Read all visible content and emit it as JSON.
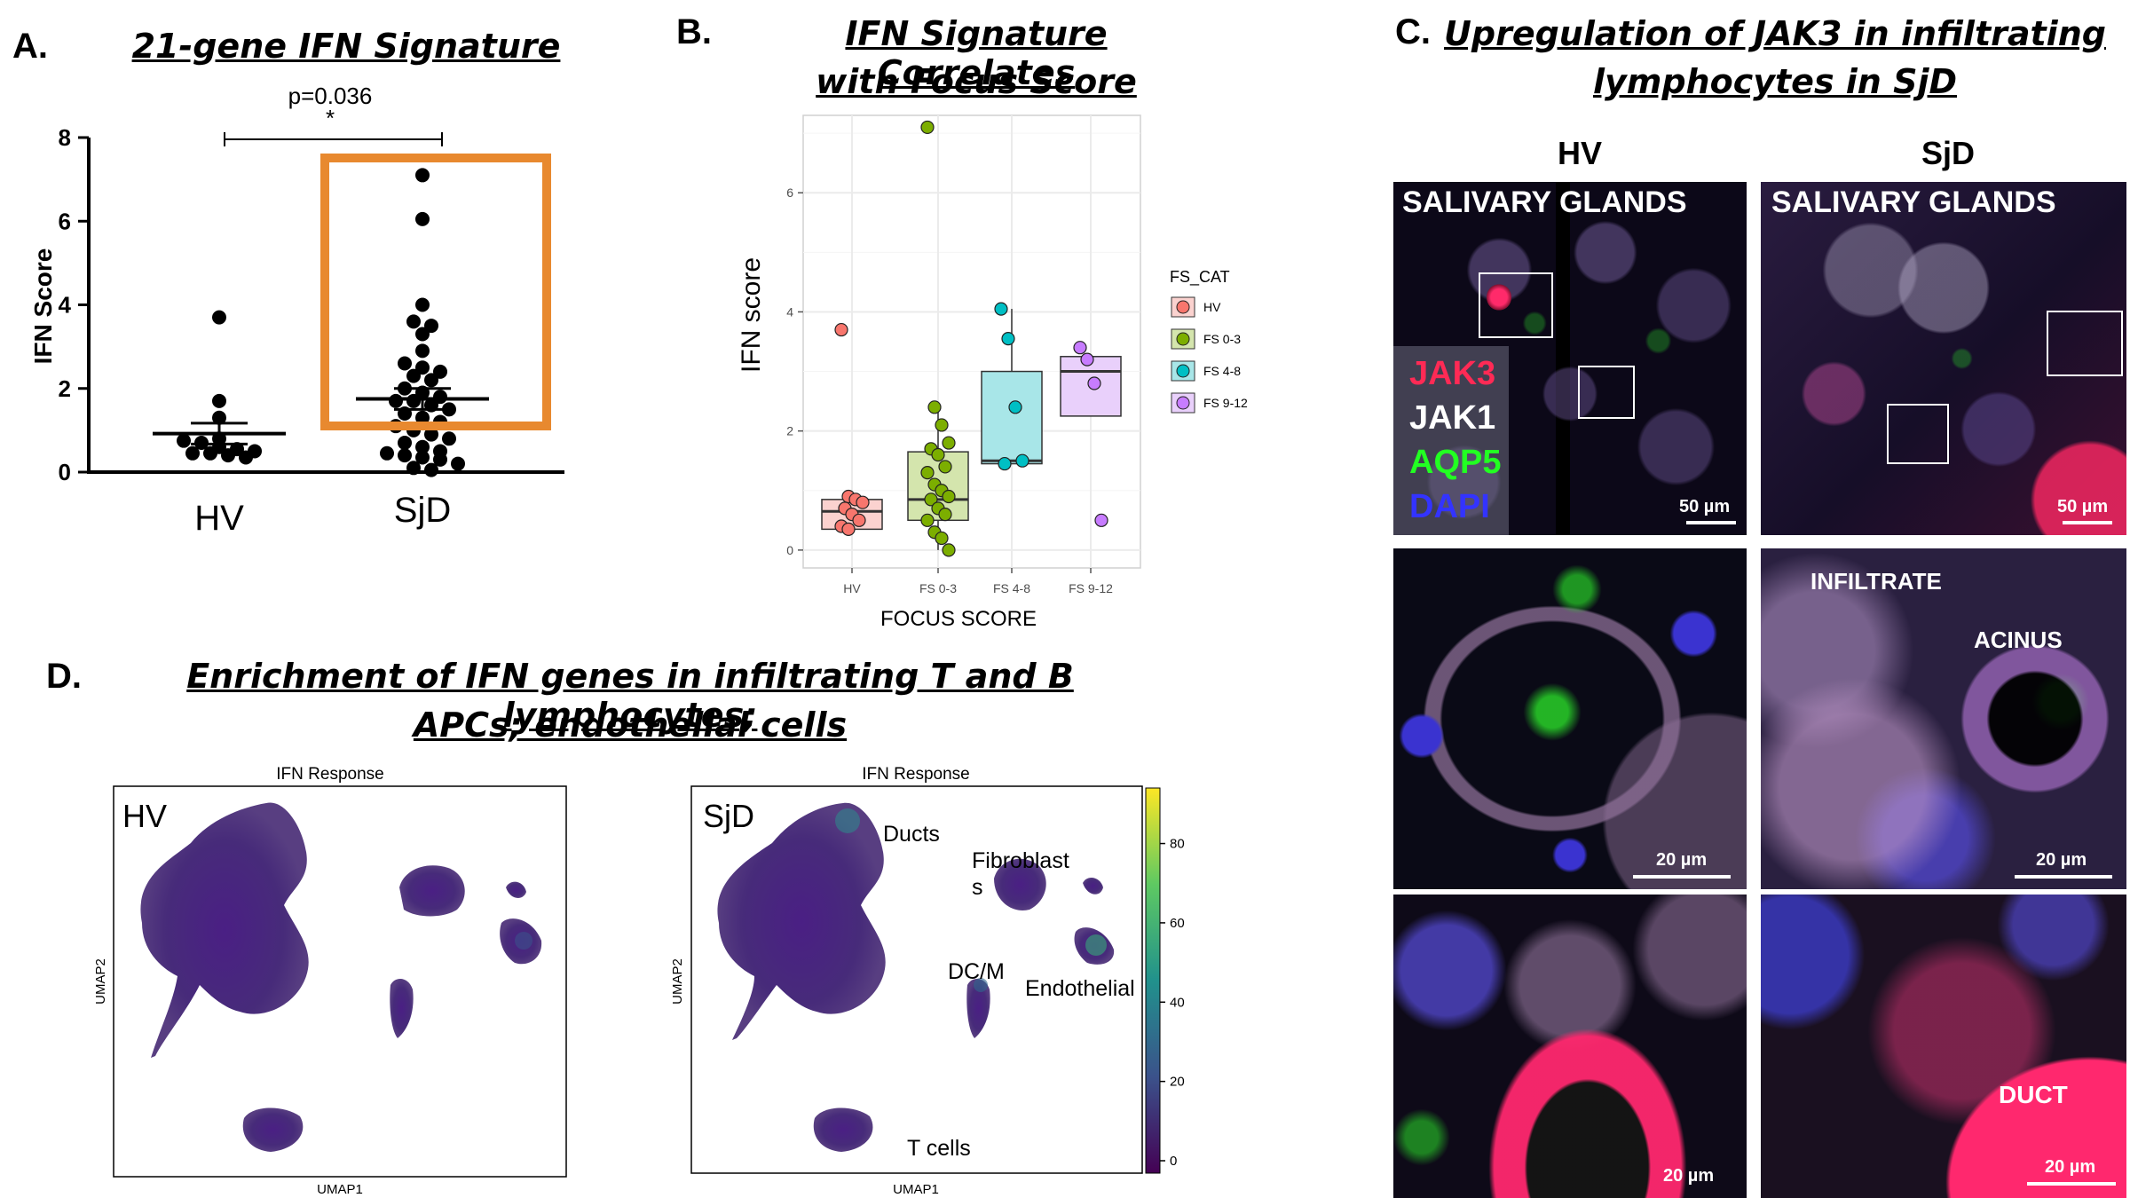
{
  "panelA": {
    "letter": "A.",
    "title": "21-gene IFN Signature",
    "pvalue": "p=0.036",
    "significance": "*",
    "highlight_color": "#e8892f",
    "chart_data": {
      "type": "scatter",
      "ylabel": "IFN Score",
      "ylim": [
        0,
        8
      ],
      "yticks": [
        "0",
        "2",
        "4",
        "6",
        "8"
      ],
      "categories": [
        "HV",
        "SjD"
      ],
      "series": [
        {
          "name": "HV",
          "values": [
            3.7,
            1.7,
            1.3,
            0.8,
            0.75,
            0.7,
            0.6,
            0.55,
            0.5,
            0.45,
            0.45,
            0.4,
            0.35
          ],
          "mean": 0.92,
          "sem": 0.25
        },
        {
          "name": "SjD",
          "values": [
            7.1,
            6.05,
            4.0,
            3.6,
            3.5,
            3.3,
            2.9,
            2.6,
            2.5,
            2.4,
            2.3,
            2.2,
            2.0,
            1.9,
            1.8,
            1.7,
            1.7,
            1.6,
            1.5,
            1.4,
            1.3,
            1.2,
            1.1,
            1.0,
            0.9,
            0.8,
            0.7,
            0.6,
            0.5,
            0.45,
            0.4,
            0.35,
            0.3,
            0.2,
            0.1,
            0.05
          ],
          "mean": 1.75,
          "sem": 0.25
        }
      ]
    }
  },
  "panelB": {
    "letter": "B.",
    "title_line1": "IFN Signature Correlates",
    "title_line2": "with Focus Score",
    "legend_title": "FS_CAT",
    "chart_data": {
      "type": "box",
      "xlabel": "FOCUS SCORE",
      "ylabel": "IFN score",
      "ylim": [
        -0.3,
        7.3
      ],
      "yticks": [
        "0",
        "2",
        "4",
        "6"
      ],
      "categories": [
        "HV",
        "FS 0-3",
        "FS 4-8",
        "FS 9-12"
      ],
      "series": [
        {
          "name": "HV",
          "color": "#f8766d",
          "fill": "#fbd2cf",
          "box": {
            "q1": 0.35,
            "median": 0.65,
            "q3": 0.85,
            "min": 0.35,
            "max": 0.85
          },
          "points": [
            3.7,
            0.9,
            0.85,
            0.8,
            0.7,
            0.6,
            0.5,
            0.4,
            0.35
          ]
        },
        {
          "name": "FS 0-3",
          "color": "#7cae00",
          "fill": "#d4e5ad",
          "box": {
            "q1": 0.5,
            "median": 0.85,
            "q3": 1.65,
            "min": 0.0,
            "max": 2.4
          },
          "points": [
            7.1,
            2.4,
            2.1,
            1.8,
            1.7,
            1.6,
            1.4,
            1.3,
            1.1,
            1.0,
            0.9,
            0.85,
            0.7,
            0.6,
            0.5,
            0.3,
            0.2,
            0.0
          ]
        },
        {
          "name": "FS 4-8",
          "color": "#00bfc4",
          "fill": "#a8e6e8",
          "box": {
            "q1": 1.45,
            "median": 1.5,
            "q3": 3.0,
            "min": 1.45,
            "max": 4.05
          },
          "points": [
            4.05,
            3.55,
            2.4,
            1.5,
            1.45
          ]
        },
        {
          "name": "FS 9-12",
          "color": "#c77cff",
          "fill": "#e9d0fb",
          "box": {
            "q1": 2.25,
            "median": 3.0,
            "q3": 3.25,
            "min": 2.25,
            "max": 3.25
          },
          "points": [
            3.4,
            3.2,
            2.8,
            0.5
          ]
        }
      ]
    }
  },
  "panelC": {
    "letter": "C.",
    "title_line1": "Upregulation of JAK3 in infiltrating",
    "title_line2": "lymphocytes in SjD",
    "col_hv": "HV",
    "col_sjd": "SjD",
    "tissue_label": "SALIVARY GLANDS",
    "channels": [
      {
        "name": "JAK3",
        "color": "#ff2a55"
      },
      {
        "name": "JAK1",
        "color": "#ffffff"
      },
      {
        "name": "AQP5",
        "color": "#22ff22"
      },
      {
        "name": "DAPI",
        "color": "#3333ff"
      }
    ],
    "scale_50": "50 µm",
    "scale_20": "20 µm",
    "infiltrate": "INFILTRATE",
    "acinus": "ACINUS",
    "duct": "DUCT"
  },
  "panelD": {
    "letter": "D.",
    "title_line1": "Enrichment of IFN genes in infiltrating T and B lymphocytes;",
    "title_line2": "APCs; endothelial cells",
    "umap_title": "IFN Response",
    "xlabel": "UMAP1",
    "ylabel": "UMAP2",
    "hv_label": "HV",
    "sjd_label": "SjD",
    "clusters": {
      "ducts": "Ducts",
      "fibro1": "Fibroblast",
      "fibro2": "s",
      "dcm": "DC/M",
      "endo": "Endothelial",
      "tcells": "T cells"
    },
    "colorbar_ticks": [
      "0",
      "20",
      "40",
      "60",
      "80"
    ]
  }
}
